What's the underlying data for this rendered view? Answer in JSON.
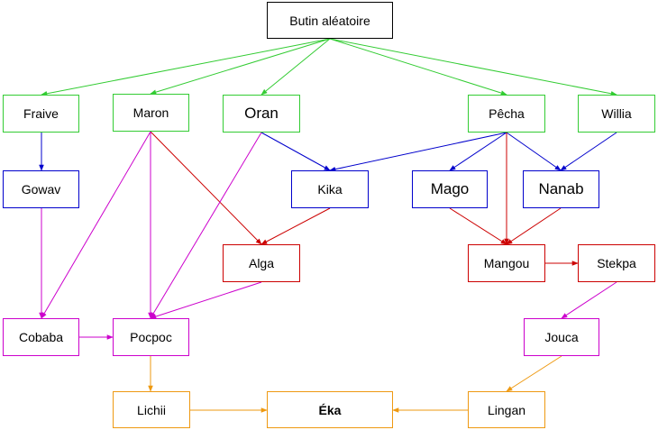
{
  "colors": {
    "black": "#000000",
    "green": "#33cc33",
    "blue": "#0000cc",
    "red": "#cc0000",
    "magenta": "#cc00cc",
    "orange": "#ee9911"
  },
  "nodes": {
    "butin": "Butin aléatoire",
    "fraive": "Fraive",
    "maron": "Maron",
    "oran": "Oran",
    "pecha": "Pêcha",
    "willia": "Willia",
    "gowav": "Gowav",
    "kika": "Kika",
    "mago": "Mago",
    "nanab": "Nanab",
    "alga": "Alga",
    "mangou": "Mangou",
    "stekpa": "Stekpa",
    "cobaba": "Cobaba",
    "pocpoc": "Pocpoc",
    "jouca": "Jouca",
    "lichii": "Lichii",
    "eka": "Éka",
    "lingan": "Lingan"
  },
  "edges": [
    {
      "from": "butin",
      "to": "fraive",
      "color": "green"
    },
    {
      "from": "butin",
      "to": "maron",
      "color": "green"
    },
    {
      "from": "butin",
      "to": "oran",
      "color": "green"
    },
    {
      "from": "butin",
      "to": "pecha",
      "color": "green"
    },
    {
      "from": "butin",
      "to": "willia",
      "color": "green"
    },
    {
      "from": "fraive",
      "to": "gowav",
      "color": "blue"
    },
    {
      "from": "oran",
      "to": "kika",
      "color": "blue"
    },
    {
      "from": "pecha",
      "to": "kika",
      "color": "blue"
    },
    {
      "from": "pecha",
      "to": "mago",
      "color": "blue"
    },
    {
      "from": "pecha",
      "to": "nanab",
      "color": "blue"
    },
    {
      "from": "willia",
      "to": "nanab",
      "color": "blue"
    },
    {
      "from": "maron",
      "to": "alga",
      "color": "red"
    },
    {
      "from": "kika",
      "to": "alga",
      "color": "red"
    },
    {
      "from": "pecha",
      "to": "mangou",
      "color": "red"
    },
    {
      "from": "mago",
      "to": "mangou",
      "color": "red"
    },
    {
      "from": "nanab",
      "to": "mangou",
      "color": "red"
    },
    {
      "from": "mangou",
      "to": "stekpa",
      "color": "red"
    },
    {
      "from": "gowav",
      "to": "cobaba",
      "color": "magenta"
    },
    {
      "from": "maron",
      "to": "cobaba",
      "color": "magenta"
    },
    {
      "from": "maron",
      "to": "pocpoc",
      "color": "magenta"
    },
    {
      "from": "oran",
      "to": "pocpoc",
      "color": "magenta"
    },
    {
      "from": "alga",
      "to": "pocpoc",
      "color": "magenta"
    },
    {
      "from": "cobaba",
      "to": "pocpoc",
      "color": "magenta"
    },
    {
      "from": "stekpa",
      "to": "jouca",
      "color": "magenta"
    },
    {
      "from": "pocpoc",
      "to": "lichii",
      "color": "orange"
    },
    {
      "from": "jouca",
      "to": "lingan",
      "color": "orange"
    },
    {
      "from": "lichii",
      "to": "eka",
      "color": "orange"
    },
    {
      "from": "lingan",
      "to": "eka",
      "color": "orange"
    }
  ]
}
